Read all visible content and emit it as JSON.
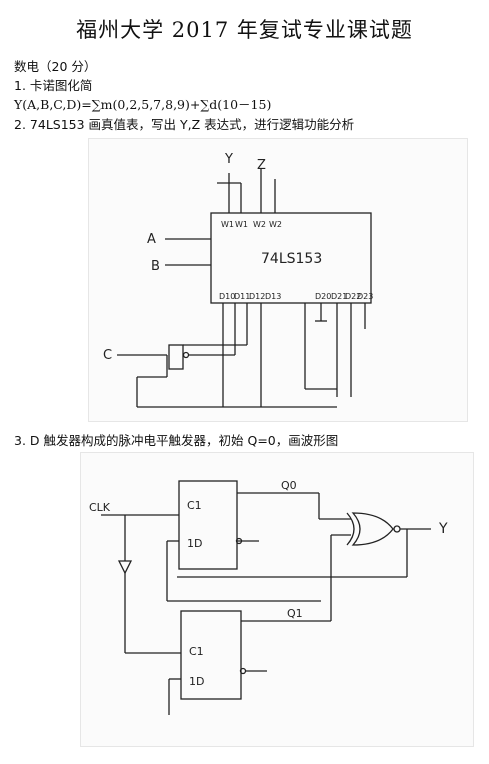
{
  "header": {
    "title": "福州大学 2017 年复试专业课试题"
  },
  "section": {
    "heading": "数电（20 分）"
  },
  "questions": [
    {
      "num": "1.",
      "text": "卡诺图化简"
    },
    {
      "formula": "Y(A,B,C,D)=∑m(0,2,5,7,8,9)+∑d(10－15)"
    },
    {
      "num": "2.",
      "text": "74LS153 画真值表，写出 Y,Z 表达式，进行逻辑功能分析"
    },
    {
      "num": "3.",
      "text": "D 触发器构成的脉冲电平触发器，初始 Q=0，画波形图"
    }
  ],
  "figure1": {
    "chip_label": "74LS153",
    "outputs": [
      "Y",
      "Z"
    ],
    "inputs": [
      "A",
      "B",
      "C"
    ],
    "top_pins": [
      "W1",
      "W1",
      "W2",
      "W2"
    ],
    "bottom_pins": [
      "D10",
      "D11",
      "D12",
      "D13",
      "D20",
      "D21",
      "D22",
      "D23"
    ]
  },
  "figure2": {
    "clock_label": "CLK",
    "ff1": {
      "c": "C1",
      "d": "1D",
      "q": "Q0"
    },
    "ff2": {
      "c": "C1",
      "d": "1D",
      "q": "Q1"
    },
    "output": "Y"
  }
}
